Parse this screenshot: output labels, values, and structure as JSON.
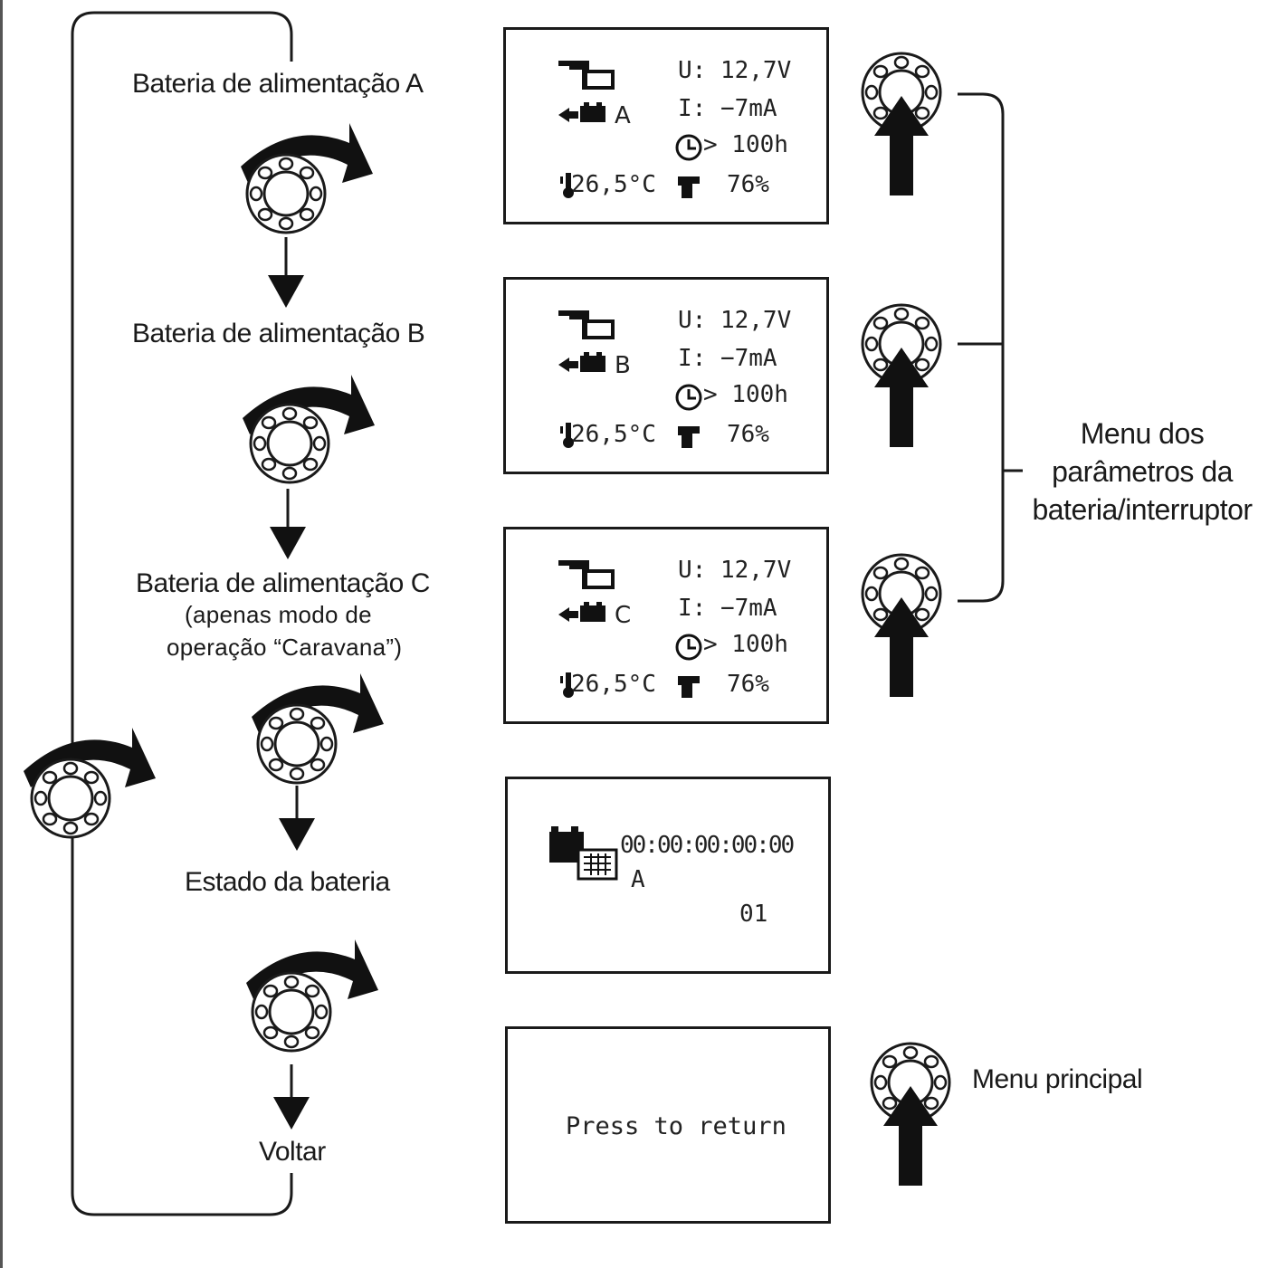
{
  "flow": {
    "labels": {
      "a": "Bateria de alimentação A",
      "b": "Bateria de alimentação  B",
      "c": "Bateria de alimentação C",
      "c_note1": "(apenas modo de",
      "c_note2": "operação “Caravana”)",
      "status": "Estado da bateria",
      "back": "Voltar"
    }
  },
  "screens": [
    {
      "id": "a",
      "letter": "A",
      "voltage": "U: 12,7V",
      "current": "I:  −7mA",
      "time": "> 100h",
      "temp": "26,5°C",
      "soc": "76%"
    },
    {
      "id": "b",
      "letter": "B",
      "voltage": "U: 12,7V",
      "current": "I:  −7mA",
      "time": "> 100h",
      "temp": "26,5°C",
      "soc": "76%"
    },
    {
      "id": "c",
      "letter": "C",
      "voltage": "U: 12,7V",
      "current": "I:  −7mA",
      "time": "> 100h",
      "temp": "26,5°C",
      "soc": "76%"
    }
  ],
  "status_screen": {
    "code": "00:00:00:00:00",
    "letter": "A",
    "number": "01"
  },
  "return_screen": {
    "text": "Press  to  return"
  },
  "right": {
    "menu_line1": "Menu dos",
    "menu_line2": "parâmetros da",
    "menu_line3": "bateria/interruptor",
    "main_menu": "Menu principal"
  },
  "icons": {
    "knob": "rotary-knob-icon",
    "rotate": "rotate-arrow-icon",
    "press": "press-arrow-icon",
    "battery": "battery-icon",
    "thermometer": "thermometer-icon",
    "clock": "clock-icon",
    "soc": "battery-level-icon"
  }
}
